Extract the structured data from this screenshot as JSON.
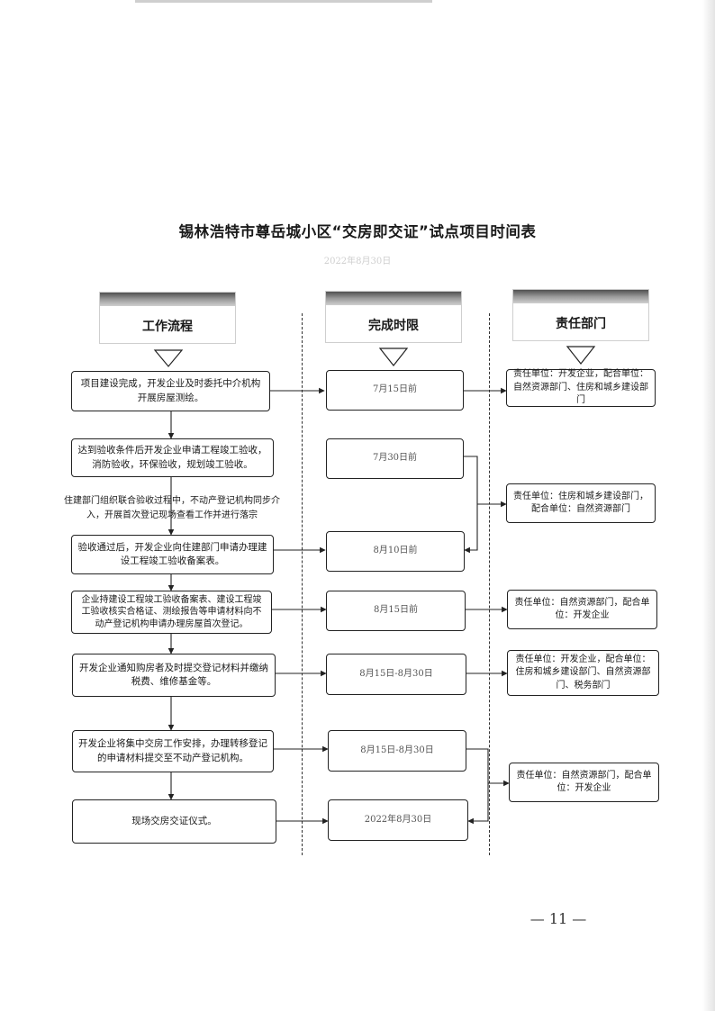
{
  "title": "锡林浩特市尊岳城小区“交房即交证”试点项目时间表",
  "subtitle": "2022年8月30日",
  "headers": {
    "process": "工作流程",
    "deadline": "完成时限",
    "department": "责任部门"
  },
  "steps": [
    "项目建设完成，开发企业及时委托中介机构开展房屋测绘。",
    "达到验收条件后开发企业申请工程竣工验收，消防验收，环保验收，规划竣工验收。",
    "验收通过后，开发企业向住建部门申请办理建设工程竣工验收备案表。",
    "企业持建设工程竣工验收备案表、建设工程竣工验收核实合格证、测绘报告等申请材料向不动产登记机构申请办理房屋首次登记。",
    "开发企业通知购房者及时提交登记材料并缴纳税费、维修基金等。",
    "开发企业将集中交房工作安排，办理转移登记的申请材料提交至不动产登记机构。",
    "现场交房交证仪式。"
  ],
  "note": "住建部门组织联合验收过程中，不动产登记机构同步介入，开展首次登记现场查看工作并进行落宗",
  "deadlines": [
    "7月15日前",
    "7月30日前",
    "8月10日前",
    "8月15日前",
    "8月15日-8月30日",
    "8月15日-8月30日",
    "2022年8月30日"
  ],
  "departments": [
    "责任单位：开发企业，配合单位：自然资源部门、住房和城乡建设部门",
    "责任单位：住房和城乡建设部门，配合单位：自然资源部门",
    "责任单位：自然资源部门，配合单位：开发企业",
    "责任单位：开发企业，配合单位：住房和城乡建设部门、自然资源部门、税务部门",
    "责任单位：自然资源部门，配合单位：开发企业"
  ],
  "page_number": "— 11 —"
}
